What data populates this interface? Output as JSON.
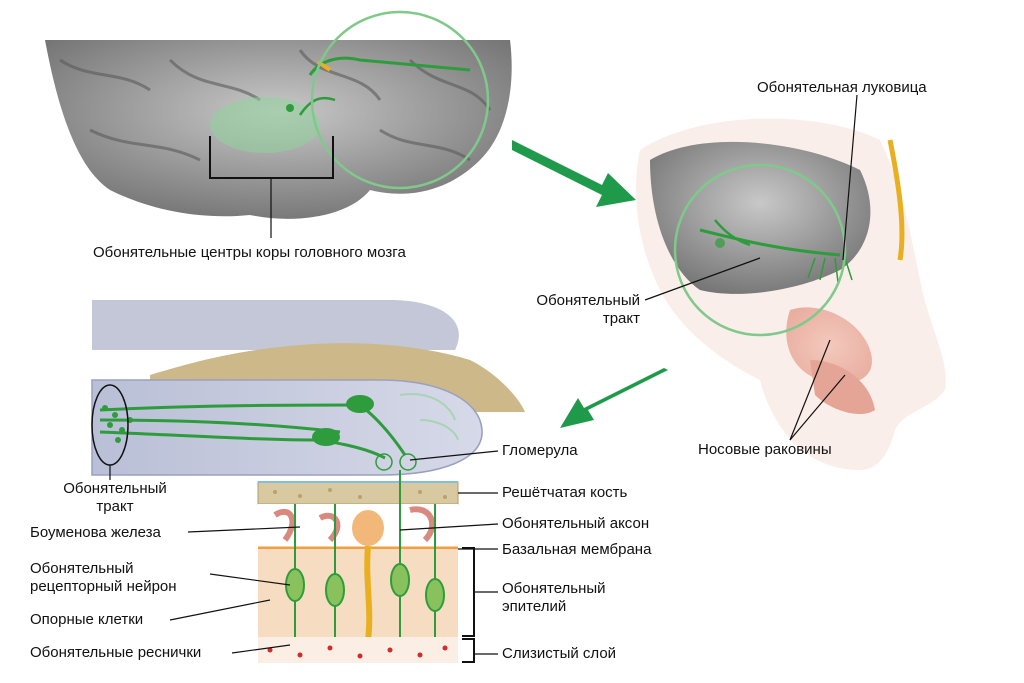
{
  "labels": {
    "cortex_centers": "Обонятельные центры коры головного мозга",
    "olfactory_bulb": "Обонятельная луковица",
    "olfactory_tract_face_1": "Обонятельный",
    "olfactory_tract_face_2": "тракт",
    "nasal_conchae": "Носовые раковины",
    "olfactory_tract_detail_1": "Обонятельный",
    "olfactory_tract_detail_2": "тракт",
    "glomerulus": "Гломерула",
    "cribriform_plate": "Решётчатая кость",
    "olfactory_axon": "Обонятельный аксон",
    "basement_membrane": "Базальная мембрана",
    "olfactory_epithelium_1": "Обонятельный",
    "olfactory_epithelium_2": "эпителий",
    "mucus_layer": "Слизистый слой",
    "bowman_gland": "Боуменова железа",
    "receptor_neuron_1": "Обонятельный",
    "receptor_neuron_2": "рецепторный нейрон",
    "supporting_cells": "Опорные клетки",
    "olfactory_cilia": "Обонятельные реснички"
  },
  "colors": {
    "nerve_green": "#2e9c3c",
    "arrow_green": "#1e9a4a",
    "brain_gray": "#9a9a9a",
    "bone_tan": "#d9c9a0",
    "epithelium": "#f6dcc0",
    "bulb_blue": "#c9cde0",
    "axon_yellow": "#e8b020",
    "basement_orange": "#f0a040"
  }
}
